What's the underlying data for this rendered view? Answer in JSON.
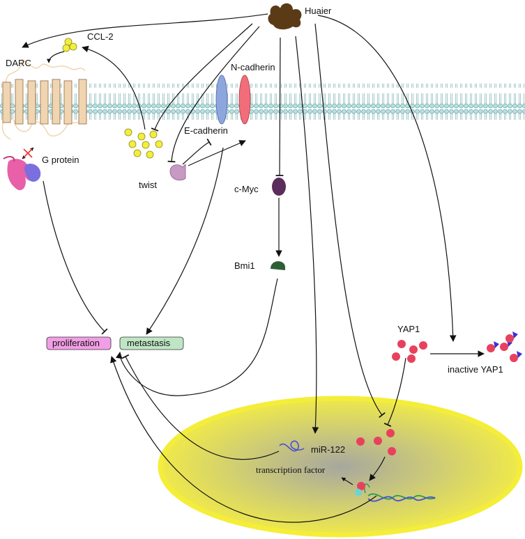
{
  "labels": {
    "huaier": "Huaier",
    "ccl2": "CCL-2",
    "darc": "DARC",
    "n_cadherin": "N-cadherin",
    "e_cadherin": "E-cadherin",
    "g_protein": "G protein",
    "twist": "twist",
    "c_myc": "c-Myc",
    "bmi1": "Bmi1",
    "yap1": "YAP1",
    "inactive_yap1": "inactive YAP1",
    "proliferation": "proliferation",
    "metastasis": "metastasis",
    "mir122": "miR-122",
    "transcription_factor": "transcription factor"
  },
  "colors": {
    "membrane_head": "#b8e0e0",
    "receptor": "#f0d5b0",
    "ccl2_dot": "#f3ee3c",
    "n_cadherin": "#f26d7a",
    "e_cadherin": "#8ea6de",
    "twist_protein": "#c79ac4",
    "c_myc": "#5b2d5c",
    "bmi1": "#2f5e36",
    "yap1": "#e8415e",
    "proliferation_box": "#f29ee6",
    "metastasis_box": "#bfe6c4",
    "nucleus_rim": "#f4ee3a",
    "huaier": "#5b3a16"
  }
}
